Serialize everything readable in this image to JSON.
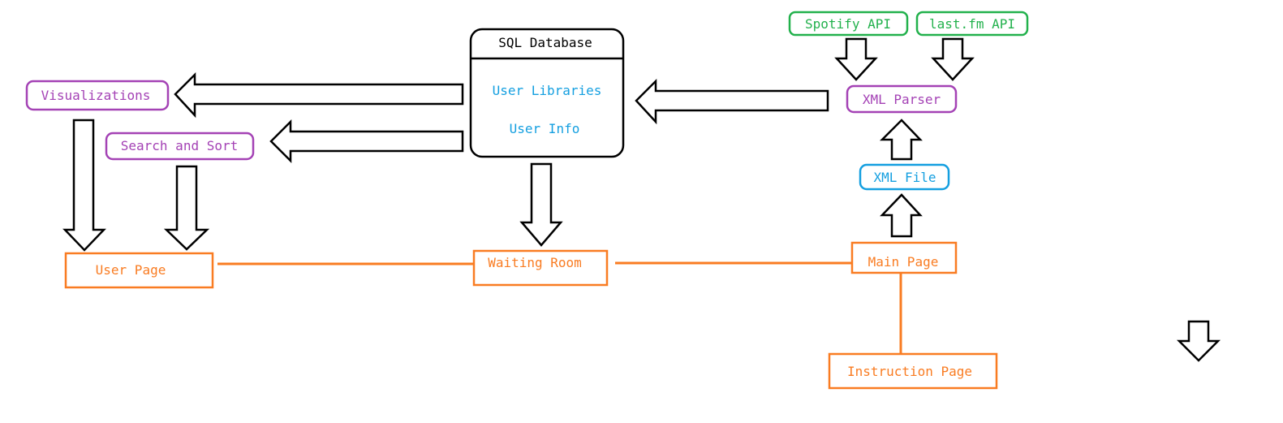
{
  "colors": {
    "purple": "#a442b5",
    "orange": "#f97c22",
    "blue": "#149fe0",
    "green": "#22b14c",
    "black": "#000000"
  },
  "database": {
    "title": "SQL Database",
    "items": [
      "User Libraries",
      "User Info"
    ]
  },
  "sources": {
    "spotify": "Spotify API",
    "lastfm": "last.fm API"
  },
  "processing": {
    "xml_parser": "XML Parser",
    "xml_file": "XML File",
    "visualizations": "Visualizations",
    "search_sort": "Search and Sort"
  },
  "pages": {
    "user_page": "User Page",
    "waiting_room": "Waiting Room",
    "main_page": "Main Page",
    "instruction_page": "Instruction Page"
  }
}
